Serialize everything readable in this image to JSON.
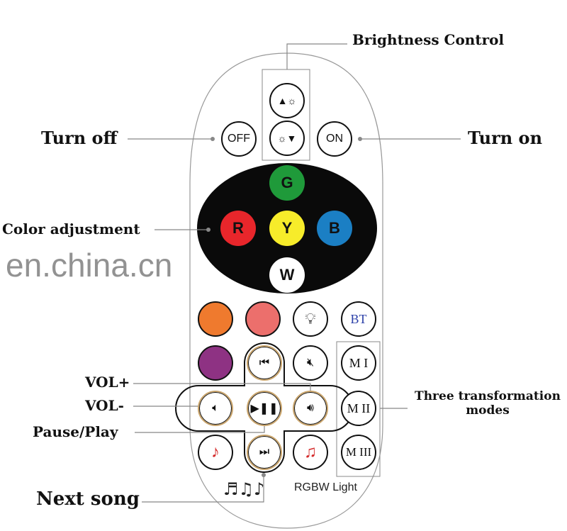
{
  "labels": {
    "brightness": "Brightness Control",
    "turn_off": "Turn off",
    "turn_on": "Turn on",
    "color": "Color adjustment",
    "vol_up": "VOL+",
    "vol_down": "VOL-",
    "pause_play": "Pause/Play",
    "next_song": "Next song",
    "modes_1": "Three transformation",
    "modes_2": "modes"
  },
  "remote": {
    "off": "OFF",
    "on": "ON",
    "g": "G",
    "r": "R",
    "y": "Y",
    "b": "B",
    "w": "W",
    "bt": "BT",
    "m1": "M I",
    "m2": "M II",
    "m3": "M III",
    "brand": "RGBW Light"
  },
  "watermark": "en.china.cn",
  "colors": {
    "green": "#1f9a3a",
    "red": "#e8262b",
    "yellow": "#f7ec2a",
    "blue": "#1b7fc4",
    "orange": "#ef7a2e",
    "pink": "#ec6f6c",
    "purple": "#8e3283"
  }
}
